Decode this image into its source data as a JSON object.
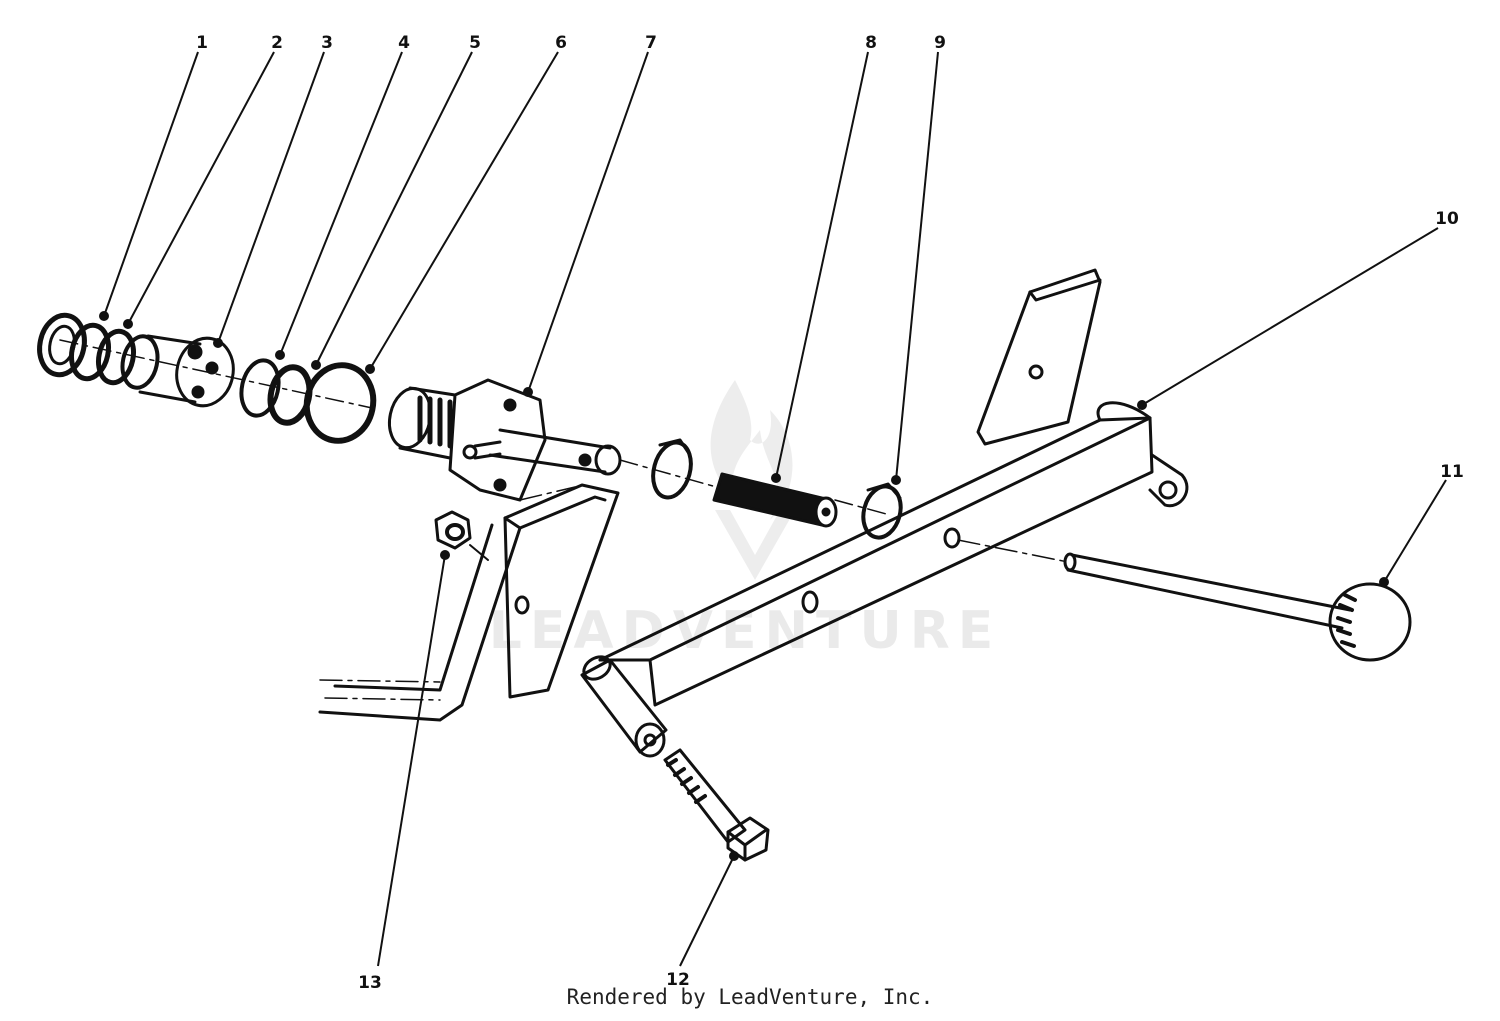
{
  "diagram": {
    "callouts": [
      {
        "id": "1",
        "label": "1"
      },
      {
        "id": "2",
        "label": "2"
      },
      {
        "id": "3",
        "label": "3"
      },
      {
        "id": "4",
        "label": "4"
      },
      {
        "id": "5",
        "label": "5"
      },
      {
        "id": "6",
        "label": "6"
      },
      {
        "id": "7",
        "label": "7"
      },
      {
        "id": "8",
        "label": "8"
      },
      {
        "id": "9",
        "label": "9"
      },
      {
        "id": "10",
        "label": "10"
      },
      {
        "id": "11",
        "label": "11"
      },
      {
        "id": "12",
        "label": "12"
      },
      {
        "id": "13",
        "label": "13"
      }
    ]
  },
  "watermark": {
    "text": "LEADVENTURE"
  },
  "footer": {
    "credit": "Rendered by LeadVenture, Inc."
  }
}
